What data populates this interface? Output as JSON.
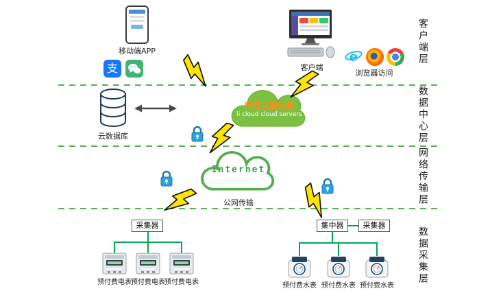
{
  "layers": [
    {
      "label": "客户端层"
    },
    {
      "label": "数据中心层"
    },
    {
      "label": "网络传输层"
    },
    {
      "label": "数据采集层"
    }
  ],
  "client_layer": {
    "mobile_app": "移动端APP",
    "alipay_glyph": "支",
    "client_pc": "客户端",
    "browsers": "浏览器访问"
  },
  "data_center_layer": {
    "cloud_db": "云数据库",
    "ali_cloud_title": "阿里云服务器",
    "ali_cloud_subtitle": "li cloud  cloud servers"
  },
  "network_layer": {
    "internet": "Internet",
    "public_net": "公网传输"
  },
  "acquisition_layer": {
    "collector": "采集器",
    "concentrator": "集中器",
    "collector2": "采集器",
    "electric_meters": [
      "预付费电表",
      "预付费电表",
      "预付费电表"
    ],
    "water_meters": [
      "预付费水表",
      "预付费水表",
      "预付费水表"
    ]
  },
  "colors": {
    "layer_line_green": "#55b24e",
    "cloud_green": "#7cc142",
    "connector_green": "#00a651",
    "bolt_yellow": "#ffe400",
    "lock_blue": "#2ba3e0"
  }
}
